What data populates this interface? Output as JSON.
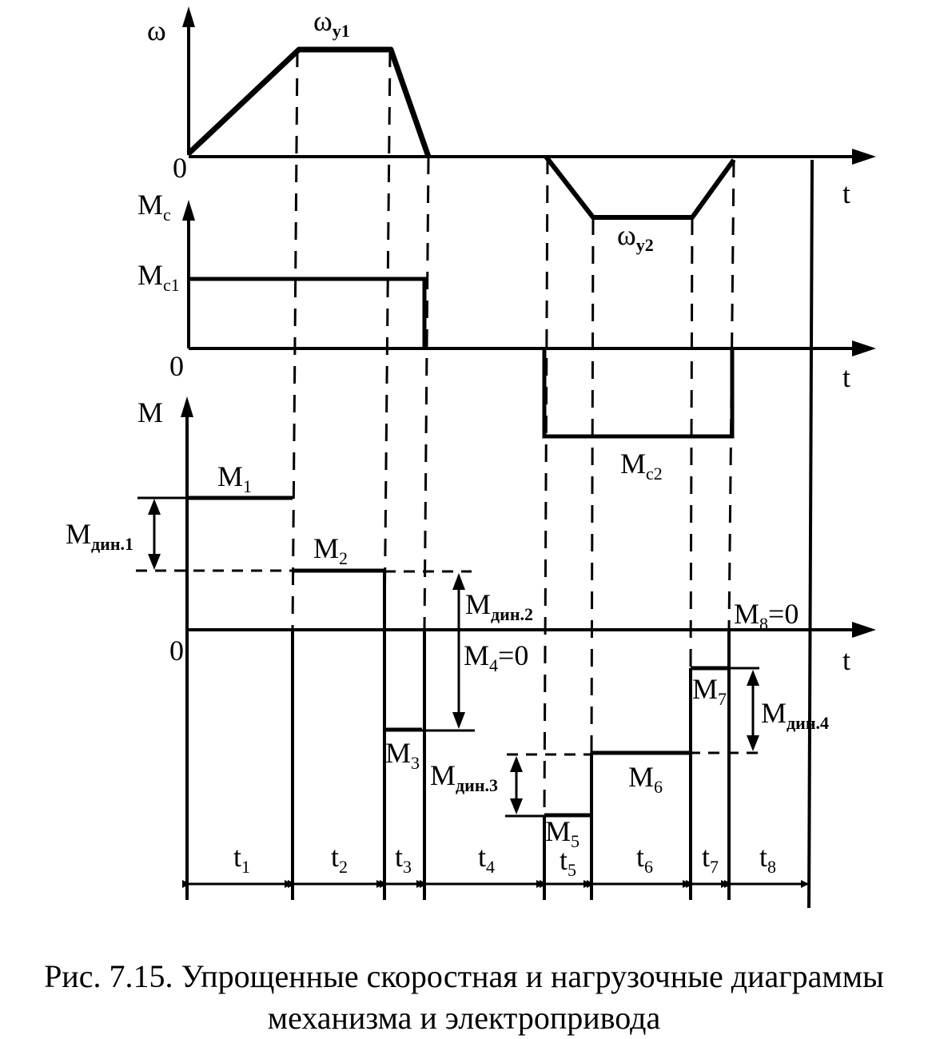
{
  "speed_diagram": {
    "axis_label": "ω",
    "origin_label": "0",
    "time_label": "t",
    "plateau1": {
      "base": "ω",
      "sub": "y1"
    },
    "plateau2": {
      "base": "ω",
      "sub": "y2"
    }
  },
  "load_diagram": {
    "axis_label_base": "M",
    "axis_label_sub": "c",
    "origin_label": "0",
    "time_label": "t",
    "level1": {
      "base": "M",
      "sub": "c1"
    },
    "level2": {
      "base": "M",
      "sub": "c2"
    }
  },
  "torque_diagram": {
    "axis_label": "M",
    "origin_label": "0",
    "time_label": "t",
    "M1": {
      "base": "M",
      "sub": "1"
    },
    "M2": {
      "base": "M",
      "sub": "2"
    },
    "M3": {
      "base": "M",
      "sub": "3"
    },
    "M4": {
      "base": "M",
      "sub": "4",
      "suffix": "=0"
    },
    "M5": {
      "base": "M",
      "sub": "5"
    },
    "M6": {
      "base": "M",
      "sub": "6"
    },
    "M7": {
      "base": "M",
      "sub": "7"
    },
    "M8": {
      "base": "M",
      "sub": "8",
      "suffix": "=0"
    },
    "dyn1": {
      "base": "M",
      "sub": "дин.1"
    },
    "dyn2": {
      "base": "M",
      "sub": "дин.2"
    },
    "dyn3": {
      "base": "M",
      "sub": "дин.3"
    },
    "dyn4": {
      "base": "M",
      "sub": "дин.4"
    }
  },
  "intervals": [
    {
      "base": "t",
      "sub": "1"
    },
    {
      "base": "t",
      "sub": "2"
    },
    {
      "base": "t",
      "sub": "3"
    },
    {
      "base": "t",
      "sub": "4"
    },
    {
      "base": "t",
      "sub": "5"
    },
    {
      "base": "t",
      "sub": "6"
    },
    {
      "base": "t",
      "sub": "7"
    },
    {
      "base": "t",
      "sub": "8"
    }
  ],
  "caption": {
    "line1": "Рис. 7.15. Упрощенные скоростная и нагрузочные диаграммы",
    "line2": "механизма и электропривода"
  }
}
